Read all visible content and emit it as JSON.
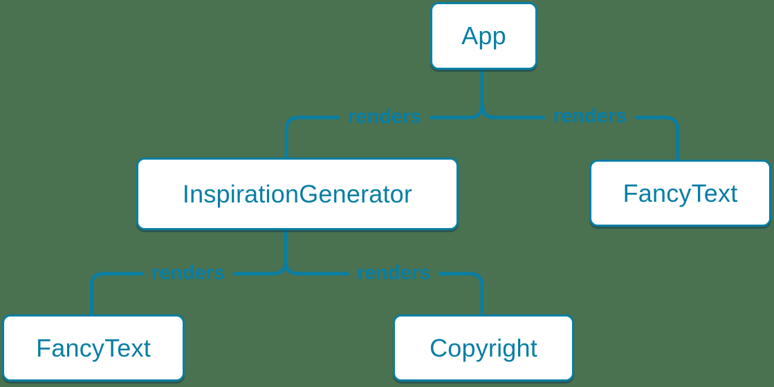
{
  "colors": {
    "background": "#4A7150",
    "accent": "#087EA4",
    "node_fill": "#FFFFFF"
  },
  "nodes": [
    {
      "id": "app",
      "label": "App"
    },
    {
      "id": "inspiration-generator",
      "label": "InspirationGenerator"
    },
    {
      "id": "fancy-text-top",
      "label": "FancyText"
    },
    {
      "id": "fancy-text-bottom",
      "label": "FancyText"
    },
    {
      "id": "copyright",
      "label": "Copyright"
    }
  ],
  "edges": [
    {
      "from": "App",
      "to": "InspirationGenerator",
      "label": "renders"
    },
    {
      "from": "App",
      "to": "FancyText",
      "label": "renders"
    },
    {
      "from": "InspirationGenerator",
      "to": "FancyText",
      "label": "renders"
    },
    {
      "from": "InspirationGenerator",
      "to": "Copyright",
      "label": "renders"
    }
  ]
}
